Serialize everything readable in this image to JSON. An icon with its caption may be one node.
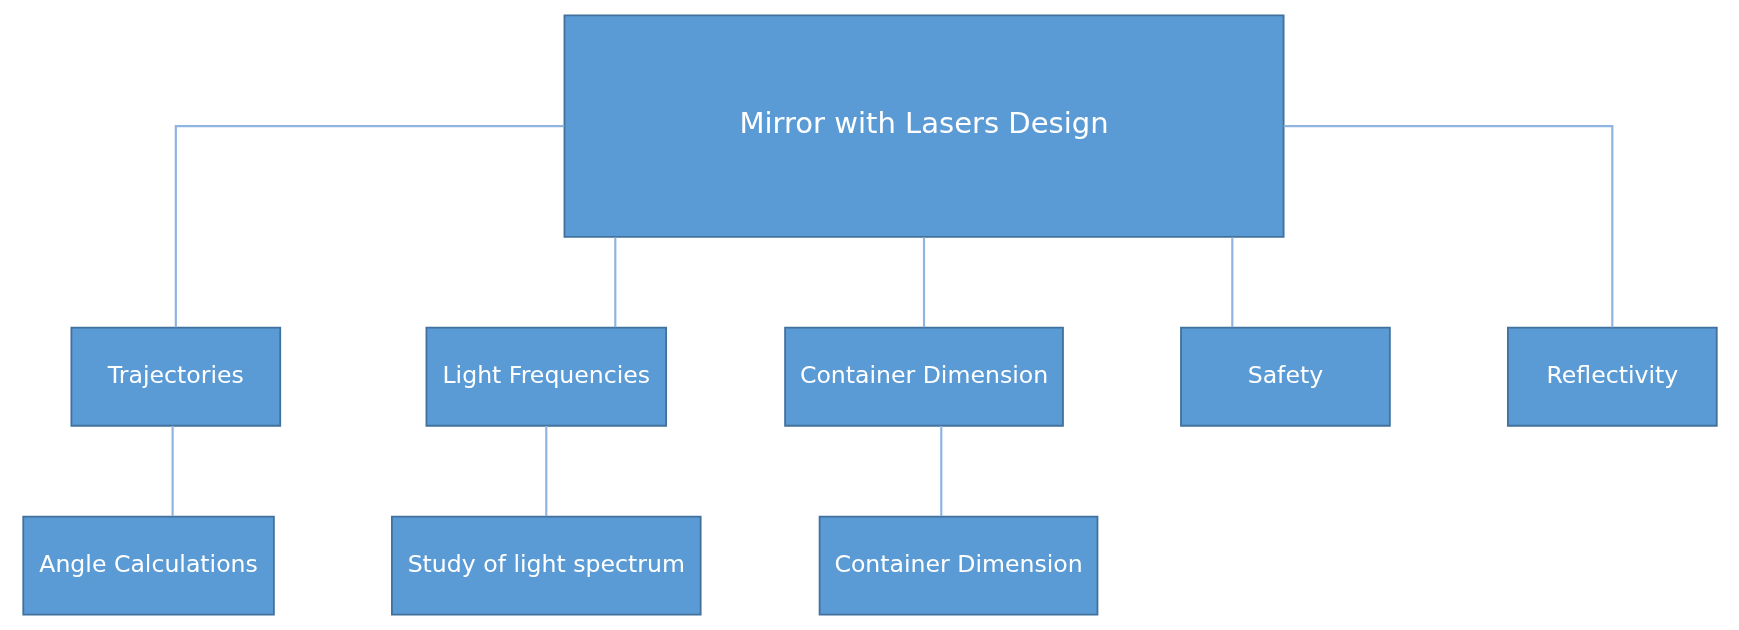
{
  "diagram": {
    "nodes": [
      {
        "text": [
          "Mirror with Lasers Design"
        ]
      },
      {
        "text": [
          "Trajectories"
        ]
      },
      {
        "text": [
          "Light Frequencies"
        ]
      },
      {
        "text": [
          "Container Dimension"
        ]
      },
      {
        "text": [
          "Safety"
        ]
      },
      {
        "text": [
          "Reflectivity"
        ]
      },
      {
        "text": [
          "Angle Calculations"
        ]
      },
      {
        "text": [
          "Study of light spectrum"
        ]
      },
      {
        "text": [
          "Container Dimension"
        ]
      }
    ],
    "edges": [
      {
        "from": 0,
        "to": 1,
        "arrow": "none"
      },
      {
        "from": 0,
        "to": 2,
        "arrow": "none"
      },
      {
        "from": 0,
        "to": 3,
        "arrow": "none"
      },
      {
        "from": 0,
        "to": 4,
        "arrow": "none"
      },
      {
        "from": 0,
        "to": 5,
        "arrow": "none"
      },
      {
        "from": 1,
        "to": 6,
        "arrow": "none"
      },
      {
        "from": 2,
        "to": 7,
        "arrow": "none"
      },
      {
        "from": 3,
        "to": 8,
        "arrow": "none"
      }
    ]
  }
}
